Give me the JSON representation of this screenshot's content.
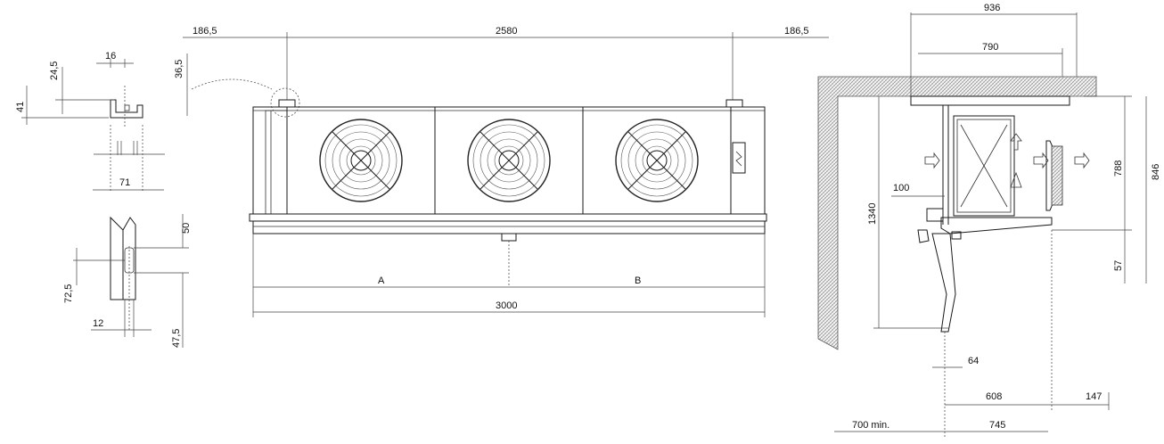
{
  "dims": {
    "left_detail": {
      "d16": "16",
      "d24_5": "24,5",
      "d41": "41",
      "d36_5": "36,5",
      "d71": "71",
      "d50": "50",
      "d72_5": "72,5",
      "d12": "12",
      "d47_5": "47,5"
    },
    "front": {
      "d186_5_left": "186,5",
      "d2580": "2580",
      "d186_5_right": "186,5",
      "d3000": "3000",
      "label_a": "A",
      "label_b": "B"
    },
    "side": {
      "d936": "936",
      "d790": "790",
      "d788": "788",
      "d846": "846",
      "d1340": "1340",
      "d100": "100",
      "d57": "57",
      "d64": "64",
      "d608": "608",
      "d147": "147",
      "d700": "700 min.",
      "d745": "745"
    }
  }
}
